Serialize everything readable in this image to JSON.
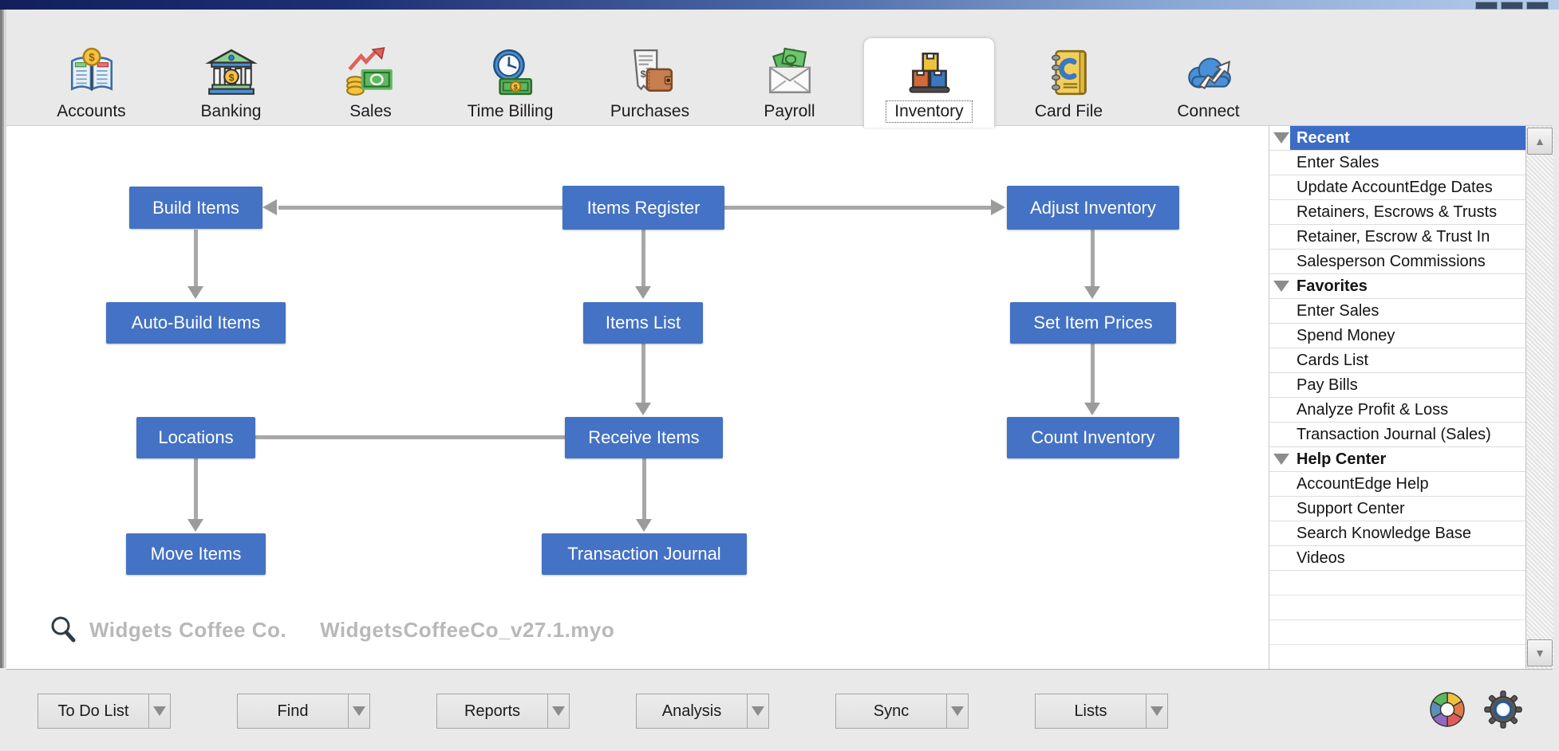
{
  "toolbar": {
    "tabs": [
      {
        "label": "Accounts",
        "icon": "accounts-icon"
      },
      {
        "label": "Banking",
        "icon": "banking-icon"
      },
      {
        "label": "Sales",
        "icon": "sales-icon"
      },
      {
        "label": "Time Billing",
        "icon": "time-billing-icon"
      },
      {
        "label": "Purchases",
        "icon": "purchases-icon"
      },
      {
        "label": "Payroll",
        "icon": "payroll-icon"
      },
      {
        "label": "Inventory",
        "icon": "inventory-icon",
        "selected": true
      },
      {
        "label": "Card File",
        "icon": "card-file-icon"
      },
      {
        "label": "Connect",
        "icon": "connect-icon"
      }
    ],
    "selected_tab": "Inventory"
  },
  "flowchart": {
    "nodes": [
      {
        "id": "build-items",
        "label": "Build Items"
      },
      {
        "id": "items-register",
        "label": "Items Register"
      },
      {
        "id": "adjust-inventory",
        "label": "Adjust Inventory"
      },
      {
        "id": "auto-build-items",
        "label": "Auto-Build Items"
      },
      {
        "id": "items-list",
        "label": "Items List"
      },
      {
        "id": "set-item-prices",
        "label": "Set Item Prices"
      },
      {
        "id": "locations",
        "label": "Locations"
      },
      {
        "id": "receive-items",
        "label": "Receive Items"
      },
      {
        "id": "count-inventory",
        "label": "Count Inventory"
      },
      {
        "id": "move-items",
        "label": "Move Items"
      },
      {
        "id": "transaction-journal",
        "label": "Transaction Journal"
      }
    ],
    "edges": [
      {
        "from": "items-register",
        "to": "build-items",
        "arrow": "left"
      },
      {
        "from": "items-register",
        "to": "adjust-inventory",
        "arrow": "right"
      },
      {
        "from": "build-items",
        "to": "auto-build-items",
        "arrow": "down"
      },
      {
        "from": "items-register",
        "to": "items-list",
        "arrow": "down"
      },
      {
        "from": "adjust-inventory",
        "to": "set-item-prices",
        "arrow": "down"
      },
      {
        "from": "items-list",
        "to": "receive-items",
        "arrow": "down"
      },
      {
        "from": "set-item-prices",
        "to": "count-inventory",
        "arrow": "down"
      },
      {
        "from": "locations",
        "to": "receive-items",
        "arrow": "none"
      },
      {
        "from": "locations",
        "to": "move-items",
        "arrow": "down"
      },
      {
        "from": "receive-items",
        "to": "transaction-journal",
        "arrow": "down"
      }
    ]
  },
  "status": {
    "company": "Widgets Coffee Co.",
    "file": "WidgetsCoffeeCo_v27.1.myo"
  },
  "sidebar": {
    "rows": [
      {
        "type": "header",
        "label": "Recent",
        "selected": true
      },
      {
        "type": "item",
        "label": "Enter Sales"
      },
      {
        "type": "item",
        "label": "Update AccountEdge Dates"
      },
      {
        "type": "item",
        "label": "Retainers, Escrows & Trusts"
      },
      {
        "type": "item",
        "label": "Retainer, Escrow & Trust In"
      },
      {
        "type": "item",
        "label": "Salesperson Commissions"
      },
      {
        "type": "header",
        "label": "Favorites"
      },
      {
        "type": "item",
        "label": "Enter Sales"
      },
      {
        "type": "item",
        "label": "Spend Money"
      },
      {
        "type": "item",
        "label": "Cards List"
      },
      {
        "type": "item",
        "label": "Pay Bills"
      },
      {
        "type": "item",
        "label": "Analyze Profit & Loss"
      },
      {
        "type": "item",
        "label": "Transaction Journal (Sales)"
      },
      {
        "type": "header",
        "label": "Help Center"
      },
      {
        "type": "item",
        "label": "AccountEdge Help"
      },
      {
        "type": "item",
        "label": "Support Center"
      },
      {
        "type": "item",
        "label": "Search Knowledge Base"
      },
      {
        "type": "item",
        "label": "Videos"
      },
      {
        "type": "empty",
        "label": ""
      },
      {
        "type": "empty",
        "label": ""
      },
      {
        "type": "empty",
        "label": ""
      }
    ]
  },
  "bottom_bar": {
    "buttons": [
      {
        "label": "To Do List"
      },
      {
        "label": "Find"
      },
      {
        "label": "Reports"
      },
      {
        "label": "Analysis"
      },
      {
        "label": "Sync"
      },
      {
        "label": "Lists"
      }
    ]
  },
  "colors": {
    "node_blue": "#4472c4",
    "selected_row_blue": "#3c6cc6",
    "arrow_gray": "#a8a8a8",
    "toolbar_gray": "#e9e9e9"
  }
}
